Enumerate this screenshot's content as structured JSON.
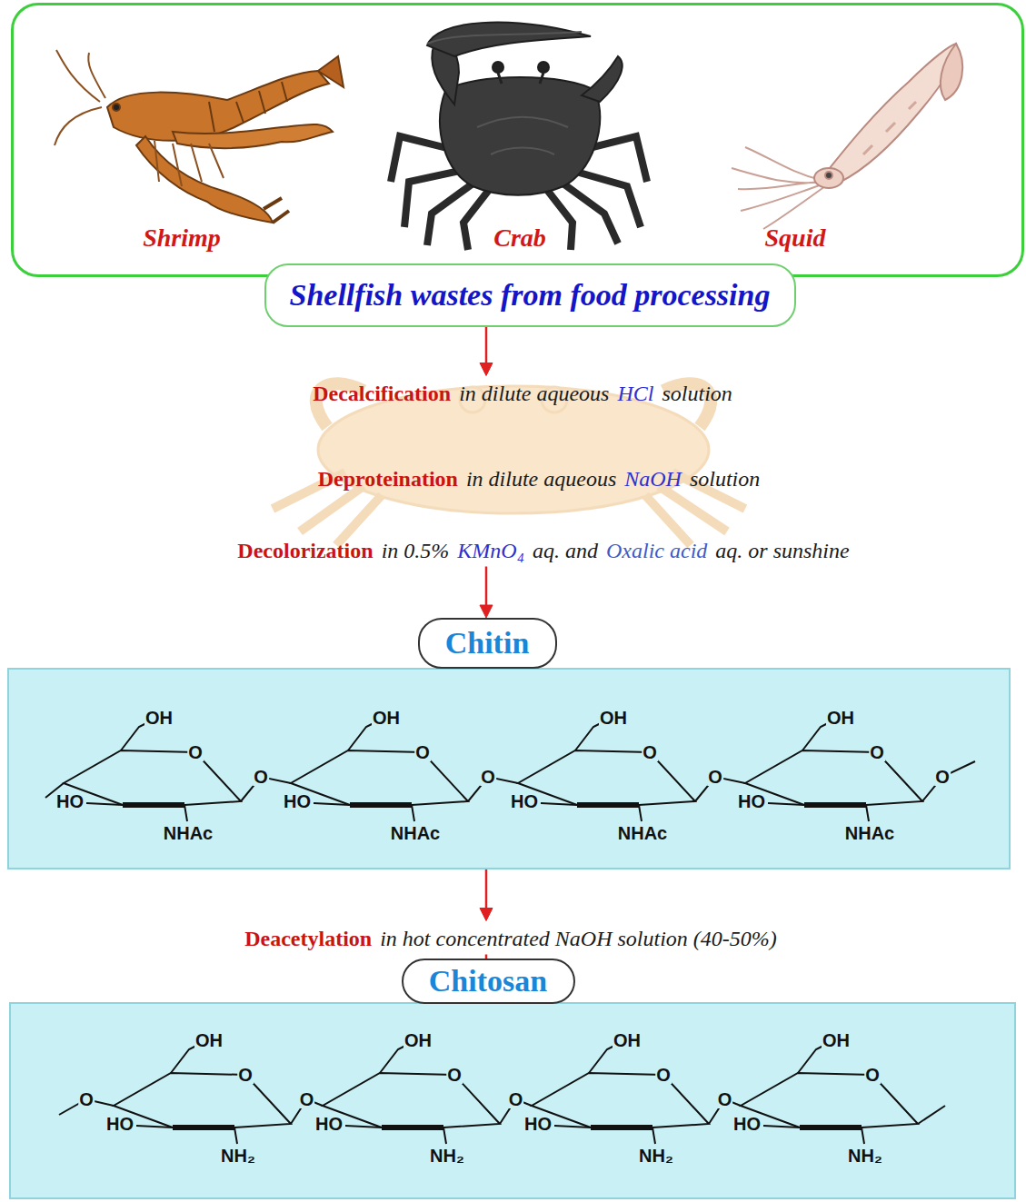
{
  "diagram": {
    "nodes": [
      {
        "text": [
          "Shrimp",
          "Crab",
          "Squid"
        ]
      },
      {
        "text": [
          "Shellfish wastes from food processing"
        ]
      },
      {
        "text": [
          "Chitin"
        ]
      },
      {
        "text": [
          "OH",
          "O",
          "HO",
          "NHAc",
          "O",
          "OH",
          "O",
          "HO",
          "NHAc",
          "O",
          "OH",
          "O",
          "HO",
          "NHAc",
          "O",
          "OH",
          "O",
          "HO",
          "NHAc",
          "O"
        ]
      },
      {
        "text": [
          "Chitosan"
        ]
      },
      {
        "text": [
          "O",
          "OH",
          "O",
          "HO",
          "NH₂",
          "O",
          "OH",
          "O",
          "HO",
          "NH₂",
          "O",
          "OH",
          "O",
          "HO",
          "NH₂",
          "O",
          "OH",
          "O",
          "HO",
          "NH₂"
        ]
      }
    ],
    "edges": [
      {
        "from": 1,
        "to": 2,
        "arrow": "to"
      },
      {
        "from": 3,
        "to": 4,
        "arrow": "to"
      }
    ],
    "labels": [
      "Decalcification",
      "in dilute aqueous",
      "HCl",
      "solution",
      "Deproteination",
      "in dilute aqueous",
      "NaOH",
      "solution",
      "Decolorization",
      "in 0.5%",
      "KMnO₄",
      "aq. and",
      "Oxalic acid",
      "aq. or sunshine",
      "Deacetylation",
      "in hot concentrated NaOH solution (40-50%)"
    ]
  }
}
